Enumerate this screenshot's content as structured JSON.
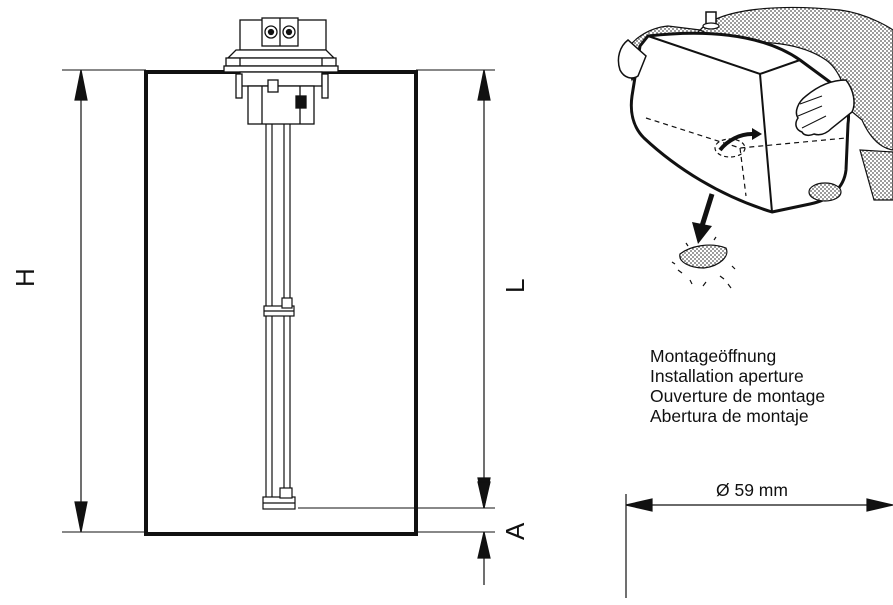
{
  "dimensions": {
    "height_label": "H",
    "length_label": "L",
    "offset_label": "A",
    "diameter_label": "Ø 59 mm"
  },
  "captions": [
    "Montageöffnung",
    "Installation aperture",
    "Ouverture de montage",
    "Abertura de montaje"
  ],
  "colors": {
    "ink": "#111111",
    "background": "#ffffff",
    "dot_fill": "#bdbdbd"
  }
}
